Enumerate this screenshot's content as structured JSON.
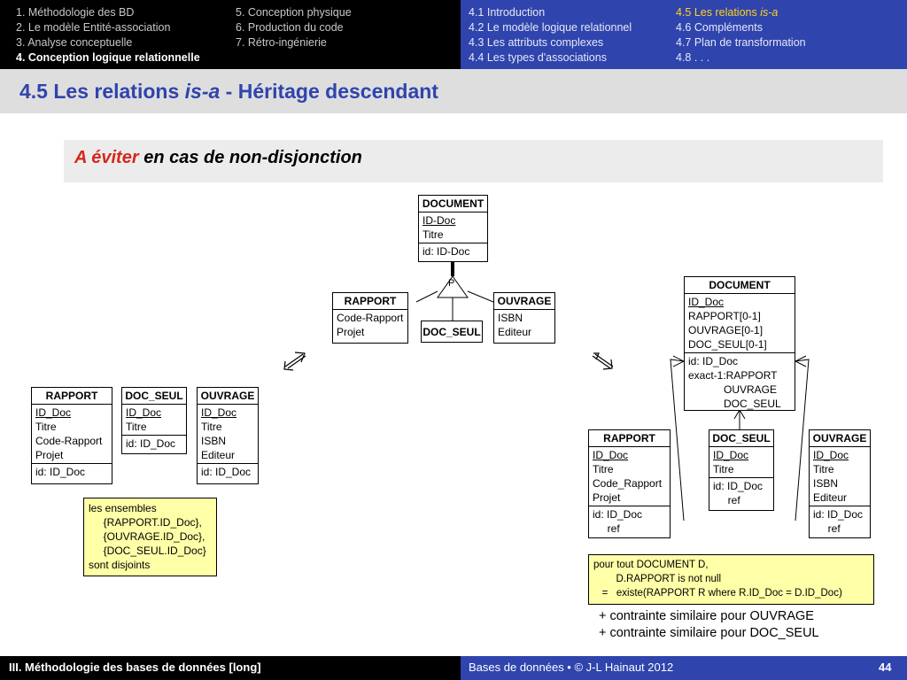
{
  "nav": {
    "left_col1": [
      "1. Méthodologie des BD",
      "2. Le modèle Entité-association",
      "3. Analyse conceptuelle",
      "4. Conception logique relationnelle"
    ],
    "left_col2": [
      "5. Conception physique",
      "6. Production du code",
      "7. Rétro-ingénierie"
    ],
    "right_col1": [
      "4.1 Introduction",
      "4.2 Le modèle logique relationnel",
      "4.3 Les attributs complexes",
      "4.4 Les types d'associations"
    ],
    "right_col2": [
      "4.5 Les relations ",
      "is-a",
      "4.6 Compléments",
      "4.7 Plan de transformation",
      "4.8 . . ."
    ]
  },
  "title": {
    "main": "4.5 Les relations ",
    "italic": "is-a",
    "rest": " - Héritage descendant"
  },
  "block": {
    "red": "A éviter",
    "rest": " en cas de non-disjonction"
  },
  "conceptual": {
    "document": {
      "name": "DOCUMENT",
      "attrs": [
        "ID-Doc",
        "Titre"
      ],
      "id": "id: ID-Doc"
    },
    "p_label": "P",
    "rapport": {
      "name": "RAPPORT",
      "attrs": [
        "Code-Rapport",
        "Projet"
      ]
    },
    "doc_seul": {
      "name": "DOC_SEUL"
    },
    "ouvrage": {
      "name": "OUVRAGE",
      "attrs": [
        "ISBN",
        "Editeur"
      ]
    }
  },
  "left": {
    "rapport": {
      "name": "RAPPORT",
      "attrs": [
        "ID_Doc",
        "Titre",
        "Code-Rapport",
        "Projet"
      ],
      "id": "id: ID_Doc"
    },
    "doc_seul": {
      "name": "DOC_SEUL",
      "attrs": [
        "ID_Doc",
        "Titre"
      ],
      "id": "id: ID_Doc"
    },
    "ouvrage": {
      "name": "OUVRAGE",
      "attrs": [
        "ID_Doc",
        "Titre",
        "ISBN",
        "Editeur"
      ],
      "id": "id: ID_Doc"
    },
    "note": [
      "les ensembles",
      "     {RAPPORT.ID_Doc},",
      "     {OUVRAGE.ID_Doc},",
      "     {DOC_SEUL.ID_Doc}",
      "sont disjoints"
    ]
  },
  "right": {
    "document": {
      "name": "DOCUMENT",
      "attrs": [
        "ID_Doc",
        "RAPPORT[0-1]",
        "OUVRAGE[0-1]",
        "DOC_SEUL[0-1]"
      ],
      "ids": [
        "id: ID_Doc",
        "exact-1:RAPPORT",
        "            OUVRAGE",
        "            DOC_SEUL"
      ]
    },
    "rapport": {
      "name": "RAPPORT",
      "attrs": [
        "ID_Doc",
        "Titre",
        "Code_Rapport",
        "Projet"
      ],
      "ids": [
        "id: ID_Doc",
        "     ref"
      ]
    },
    "doc_seul": {
      "name": "DOC_SEUL",
      "attrs": [
        "ID_Doc",
        "Titre"
      ],
      "ids": [
        "id: ID_Doc",
        "     ref"
      ]
    },
    "ouvrage": {
      "name": "OUVRAGE",
      "attrs": [
        "ID_Doc",
        "Titre",
        "ISBN",
        "Editeur"
      ],
      "ids": [
        "id: ID_Doc",
        "     ref"
      ]
    },
    "note": [
      "pour tout DOCUMENT D,",
      "        D.RAPPORT is not null",
      "   =   existe(RAPPORT R where R.ID_Doc = D.ID_Doc)"
    ],
    "extra": [
      "+ contrainte similaire pour OUVRAGE",
      "+ contrainte similaire pour DOC_SEUL"
    ]
  },
  "footer": {
    "left": "III. Méthodologie des bases de données [long]",
    "right": "Bases de données • © J-L Hainaut  2012",
    "page": "44"
  },
  "colors": {
    "nav_blue": "#2f44ad",
    "highlight": "#ffd21c",
    "note_yellow": "#ffffa8",
    "red": "#d6271c"
  }
}
